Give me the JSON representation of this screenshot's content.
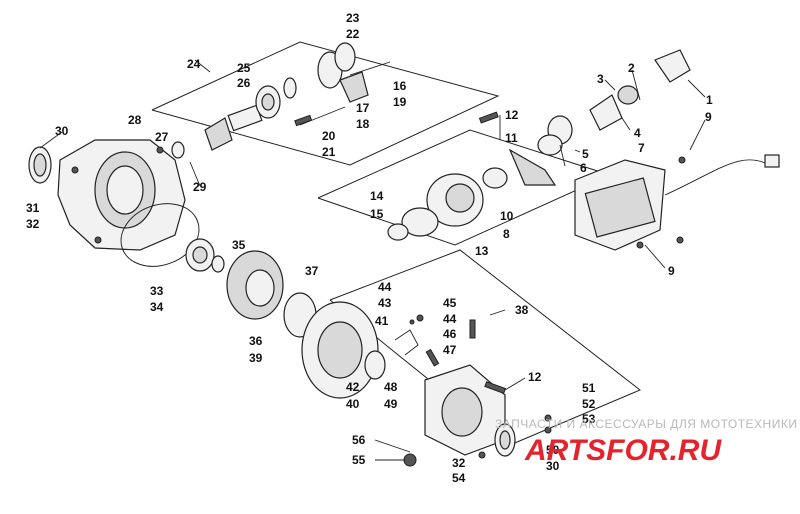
{
  "diagram": {
    "callouts": [
      "1",
      "2",
      "3",
      "4",
      "5",
      "6",
      "7",
      "8",
      "9",
      "9",
      "10",
      "11",
      "12",
      "12",
      "13",
      "14",
      "15",
      "16",
      "17",
      "18",
      "19",
      "20",
      "21",
      "22",
      "23",
      "24",
      "25",
      "26",
      "27",
      "28",
      "29",
      "30",
      "30",
      "31",
      "32",
      "32",
      "33",
      "34",
      "35",
      "36",
      "37",
      "38",
      "39",
      "40",
      "41",
      "42",
      "43",
      "44",
      "44",
      "45",
      "46",
      "47",
      "48",
      "49",
      "50",
      "51",
      "52",
      "53",
      "54",
      "55",
      "56"
    ]
  },
  "watermark": {
    "caption": "ЗАПЧАСТИ И АКСЕССУАРЫ ДЛЯ МОТОТЕХНИКИ",
    "brand": "ARTSFOR.RU",
    "brand_color": "#e4232c"
  }
}
